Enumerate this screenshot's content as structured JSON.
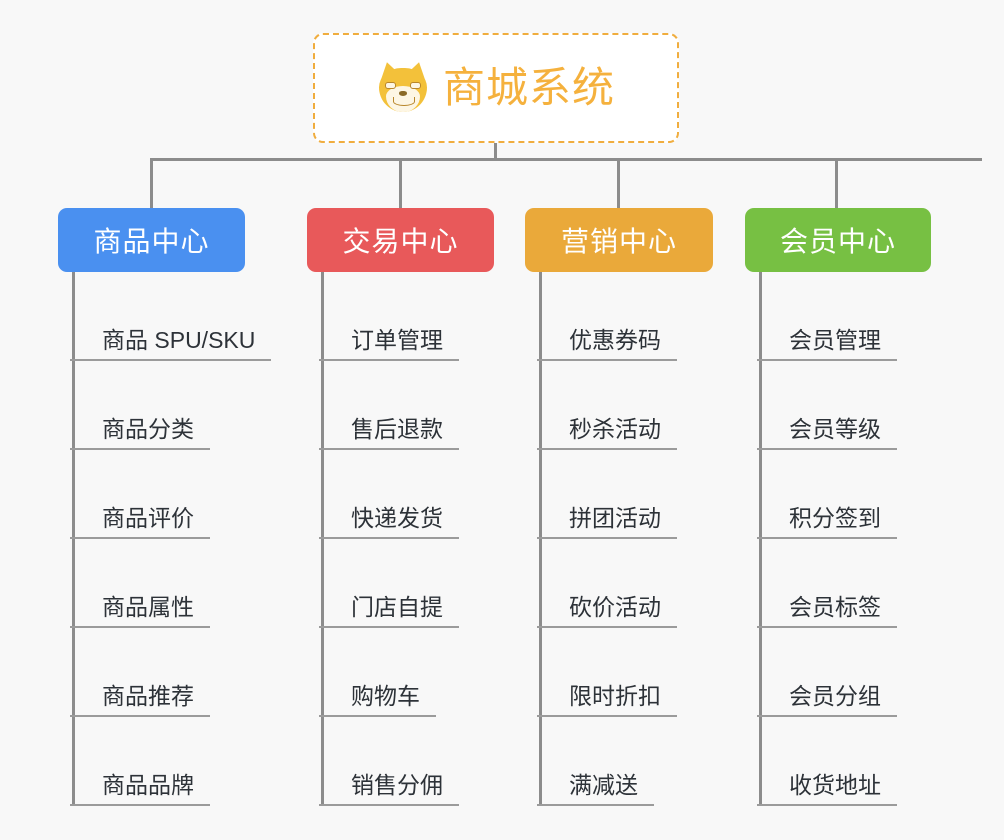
{
  "background_color": "#f8f8f8",
  "root": {
    "title": "商城系统",
    "icon": "shiba-inu-dog-face-icon",
    "text_color": "#f5b13d",
    "border_color": "#f0ad3e",
    "background_color": "#ffffff"
  },
  "connector_color": "#8c8c8c",
  "columns": [
    {
      "title": "商品中心",
      "color": "#4a90f0",
      "items": [
        "商品 SPU/SKU",
        "商品分类",
        "商品评价",
        "商品属性",
        "商品推荐",
        "商品品牌"
      ]
    },
    {
      "title": "交易中心",
      "color": "#e8595a",
      "items": [
        "订单管理",
        "售后退款",
        "快递发货",
        "门店自提",
        "购物车",
        "销售分佣"
      ]
    },
    {
      "title": "营销中心",
      "color": "#eaa93a",
      "items": [
        "优惠券码",
        "秒杀活动",
        "拼团活动",
        "砍价活动",
        "限时折扣",
        "满减送"
      ]
    },
    {
      "title": "会员中心",
      "color": "#77c043",
      "items": [
        "会员管理",
        "会员等级",
        "积分签到",
        "会员标签",
        "会员分组",
        "收货地址"
      ]
    }
  ]
}
